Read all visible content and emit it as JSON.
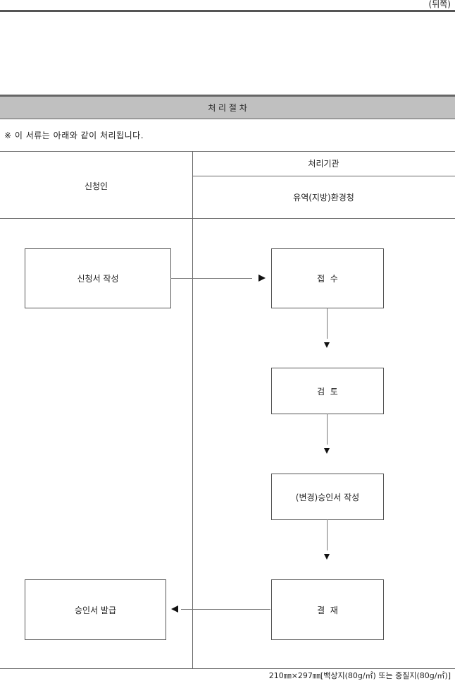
{
  "page_label": "(뒤쪽)",
  "section_title": "처 리 절 차",
  "notice": "※ 이 서류는 아래와 같이 처리됩니다.",
  "columns": {
    "applicant": "신청인",
    "agency_header": "처리기관",
    "agency_name": "유역(지방)환경청"
  },
  "steps": {
    "apply": "신청서 작성",
    "receive": "접  수",
    "review": "검  토",
    "draft": "(변경)승인서 작성",
    "approve": "결  재",
    "issue": "승인서 발급"
  },
  "footer": "210㎜×297㎜[백상지(80g/㎡) 또는 중질지(80g/㎡)]"
}
